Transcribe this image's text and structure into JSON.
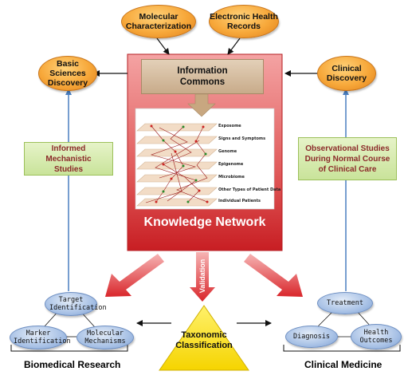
{
  "top_sources": {
    "molecular": "Molecular Characterization",
    "ehr": "Electronic Health Records"
  },
  "discovery": {
    "basic_sciences": "Basic Sciences Discovery",
    "clinical": "Clinical Discovery"
  },
  "information_commons": "Information Commons",
  "layers": [
    "Exposome",
    "Signs and Symptoms",
    "Genome",
    "Epigenome",
    "Microbiome",
    "Other Types of Patient Data",
    "Individual Patients"
  ],
  "knowledge_network": "Knowledge Network",
  "side_boxes": {
    "left": "Informed Mechanistic Studies",
    "right": "Observational Studies During Normal Course of Clinical Care"
  },
  "validation": "Validation",
  "taxonomic": "Taxonomic Classification",
  "biomedical": {
    "title": "Biomedical Research",
    "target": "Target Identification",
    "marker": "Marker Identification",
    "molecular": "Molecular Mechanisms"
  },
  "clinical": {
    "title": "Clinical Medicine",
    "treatment": "Treatment",
    "diagnosis": "Diagnosis",
    "health": "Health Outcomes"
  },
  "colors": {
    "knowledge_red": "#d9262b",
    "orange": "#f7a83a",
    "arrow_blue": "#4a7fc1",
    "triangle_yellow": "#ffe000",
    "green_text": "#8b2a2a"
  }
}
